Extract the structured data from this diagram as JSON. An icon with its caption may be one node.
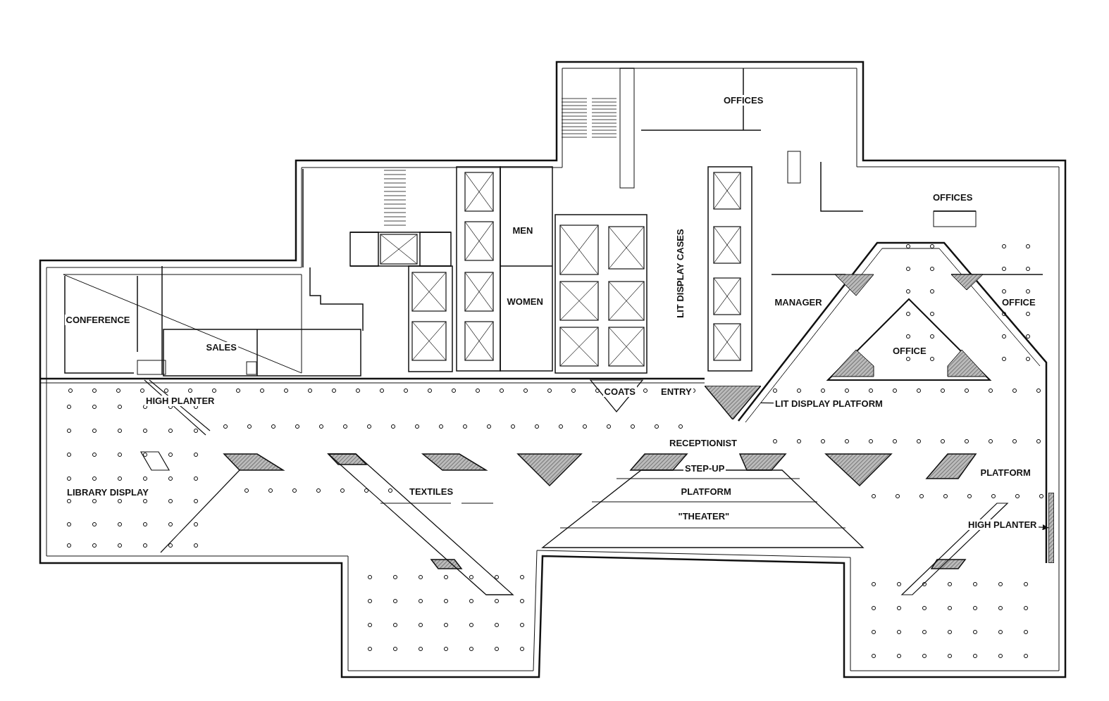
{
  "diagram": {
    "nodes": [
      {
        "text": [
          "LIT DISPLAY PLATFORM"
        ]
      },
      {
        "text": [],
        "shape": "triangle"
      },
      {
        "text": [
          "HIGH PLANTER"
        ]
      },
      {
        "text": [],
        "shape": "bar"
      }
    ],
    "edges": [
      {
        "from": 0,
        "to": 1,
        "arrow": "none"
      },
      {
        "from": 2,
        "to": 3,
        "arrow": "to"
      }
    ],
    "labels": [
      "OFFICES",
      "OFFICES",
      "MEN",
      "LIT DISPLAY CASES",
      "WOMEN",
      "MANAGER",
      "OFFICE",
      "CONFERENCE",
      "SALES",
      "OFFICE",
      "COATS",
      "ENTRY",
      "HIGH PLANTER",
      "RECEPTIONIST",
      "STEP-UP",
      "PLATFORM",
      "LIBRARY DISPLAY",
      "TEXTILES",
      "PLATFORM",
      "\"THEATER\""
    ]
  }
}
